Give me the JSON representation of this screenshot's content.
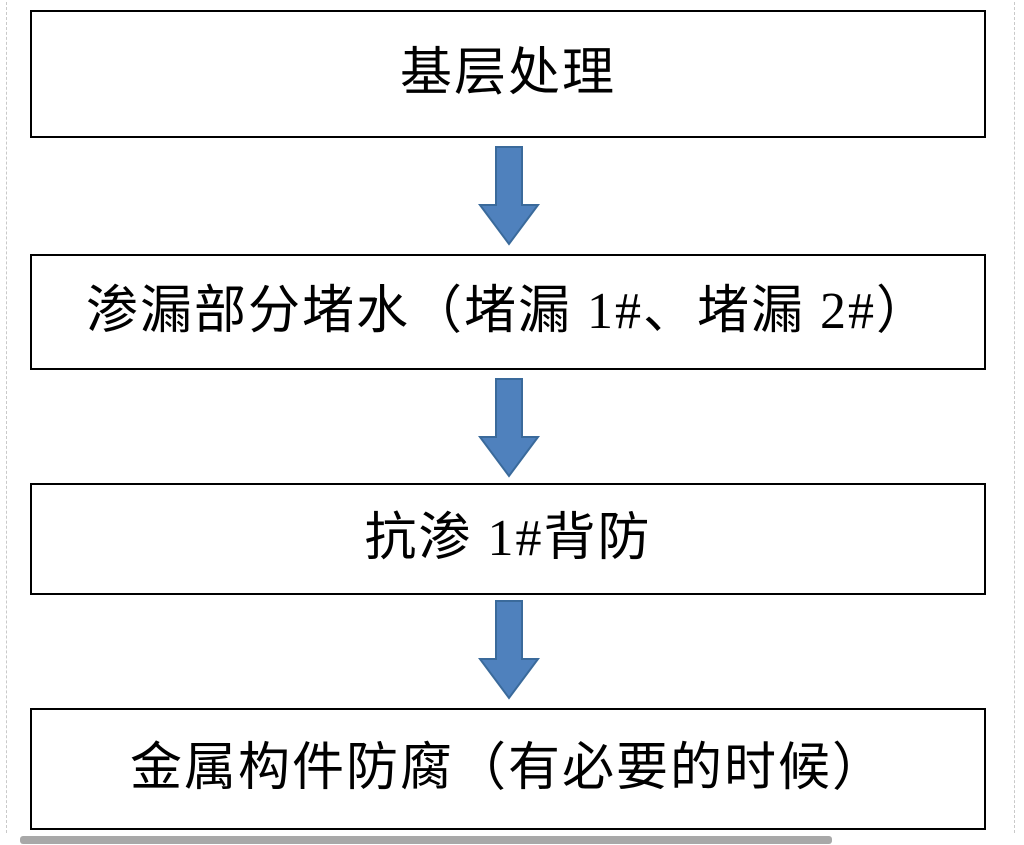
{
  "flowchart": {
    "steps": [
      {
        "label": "基层处理"
      },
      {
        "label": "渗漏部分堵水（堵漏 1#、堵漏 2#）"
      },
      {
        "label": "抗渗 1#背防"
      },
      {
        "label": "金属构件防腐（有必要的时候）"
      }
    ],
    "arrow": {
      "fill": "#4F81BD",
      "stroke": "#3A6A9B"
    },
    "box": {
      "border_color": "#000000",
      "background": "#FFFFFF"
    }
  }
}
